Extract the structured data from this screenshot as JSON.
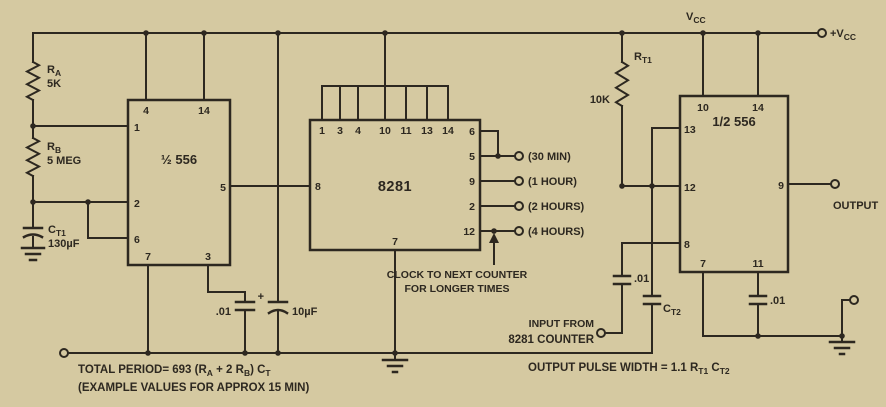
{
  "colors": {
    "paper": "#d5c9a1",
    "ink": "#2d2820"
  },
  "rails": {
    "vcc_label": {
      "main": "V",
      "sub": "CC"
    },
    "plus_vcc": {
      "main": "+V",
      "sub": "CC"
    }
  },
  "components": {
    "ra": {
      "ref_main": "R",
      "ref_sub": "A",
      "value": "5K"
    },
    "rb": {
      "ref_main": "R",
      "ref_sub": "B",
      "value": "5 MEG"
    },
    "ct1": {
      "ref_main": "C",
      "ref_sub": "T1",
      "value": "130µF"
    },
    "rt1": {
      "ref_main": "R",
      "ref_sub": "T1",
      "value": "10K"
    },
    "ct2": {
      "ref_main": "C",
      "ref_sub": "T2"
    },
    "cap_control_left": {
      "value": ".01"
    },
    "cap_bypass": {
      "value": "10µF",
      "polarity": "+"
    },
    "cap_input": {
      "value": ".01"
    },
    "cap_control_right": {
      "value": ".01"
    }
  },
  "ics": {
    "timer1": {
      "label": "½ 556",
      "pins": {
        "p4": "4",
        "p14": "14",
        "p1": "1",
        "p2": "2",
        "p6": "6",
        "p5": "5",
        "p7": "7",
        "p3": "3"
      }
    },
    "counter": {
      "label": "8281",
      "pins_top": [
        "1",
        "3",
        "4",
        "10",
        "11",
        "13",
        "14"
      ],
      "pin_right_6": "6",
      "pin_right_5": "5",
      "pin_right_9": "9",
      "pin_right_2": "2",
      "pin_right_12": "12",
      "pin_left_8": "8",
      "pin_bottom_7": "7"
    },
    "timer2": {
      "label": "1/2 556",
      "pins": {
        "p10": "10",
        "p14": "14",
        "p13": "13",
        "p12": "12",
        "p8": "8",
        "p9": "9",
        "p7": "7",
        "p11": "11"
      }
    }
  },
  "outputs": {
    "t30min": "(30 MIN)",
    "t1hour": "(1 HOUR)",
    "t2hours": "(2 HOURS)",
    "t4hours": "(4 HOURS)",
    "output": "OUTPUT"
  },
  "notes": {
    "clock_line1": "CLOCK TO NEXT COUNTER",
    "clock_line2": "FOR LONGER TIMES",
    "input_line1": "INPUT FROM",
    "input_line2": "8281 COUNTER"
  },
  "formulas": {
    "total_period": {
      "p1": "TOTAL PERIOD= 693 (R",
      "s1": "A",
      "p2": " + 2 R",
      "s2": "B",
      "p3": ") C",
      "s3": "T"
    },
    "example": "(EXAMPLE VALUES FOR APPROX 15 MIN)",
    "pulse_width": {
      "p1": "OUTPUT PULSE WIDTH = 1.1 R",
      "s1": "T1",
      "p2": " C",
      "s2": "T2"
    }
  }
}
